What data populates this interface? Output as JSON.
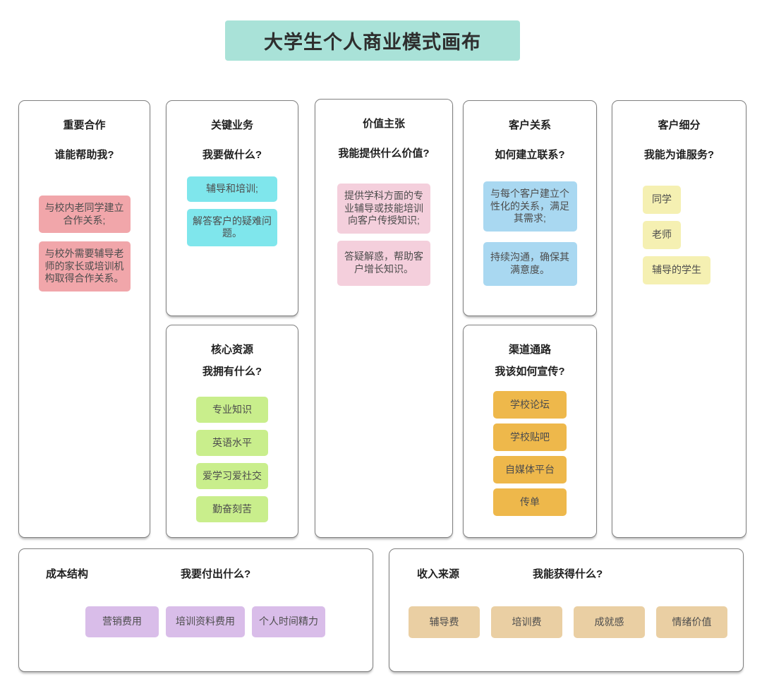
{
  "title": "大学生个人商业模式画布",
  "colors": {
    "title_bg": "#a9e2d8",
    "panel_border": "#808080",
    "partners_note": "#f1a6aa",
    "key_activities_note": "#7fe6ec",
    "core_resources_note": "#c9ee8c",
    "value_proposition_note": "#f4cfdc",
    "customer_relationships_note": "#a9d8f1",
    "channels_note": "#eeb84b",
    "customer_segments_note": "#f5f0b2",
    "cost_structure_note": "#d9bde9",
    "revenue_streams_note": "#eacfa3"
  },
  "panels": {
    "partners": {
      "title": "重要合作",
      "question": "谁能帮助我?",
      "notes": [
        "与校内老同学建立合作关系;",
        "与校外需要辅导老师的家长或培训机构取得合作关系。"
      ]
    },
    "key_activities": {
      "title": "关键业务",
      "question": "我要做什么?",
      "notes": [
        "辅导和培训;",
        "解答客户的疑难问题。"
      ]
    },
    "core_resources": {
      "title": "核心资源",
      "question": "我拥有什么?",
      "notes": [
        "专业知识",
        "英语水平",
        "爱学习爱社交",
        "勤奋刻苦"
      ]
    },
    "value_proposition": {
      "title": "价值主张",
      "question": "我能提供什么价值?",
      "notes": [
        "提供学科方面的专业辅导或技能培训向客户传授知识;",
        "答疑解惑，帮助客户增长知识。"
      ]
    },
    "customer_relationships": {
      "title": "客户关系",
      "question": "如何建立联系?",
      "notes": [
        "与每个客户建立个性化的关系，满足其需求;",
        "持续沟通，确保其满意度。"
      ]
    },
    "channels": {
      "title": "渠道通路",
      "question": "我该如何宣传?",
      "notes": [
        "学校论坛",
        "学校贴吧",
        "自媒体平台",
        "传单"
      ]
    },
    "customer_segments": {
      "title": "客户细分",
      "question": "我能为谁服务?",
      "notes": [
        "同学",
        "老师",
        "辅导的学生"
      ]
    },
    "cost_structure": {
      "title": "成本结构",
      "question": "我要付出什么?",
      "notes": [
        "营销费用",
        "培训资料费用",
        "个人时间精力"
      ]
    },
    "revenue_streams": {
      "title": "收入来源",
      "question": "我能获得什么?",
      "notes": [
        "辅导费",
        "培训费",
        "成就感",
        "情绪价值"
      ]
    }
  }
}
